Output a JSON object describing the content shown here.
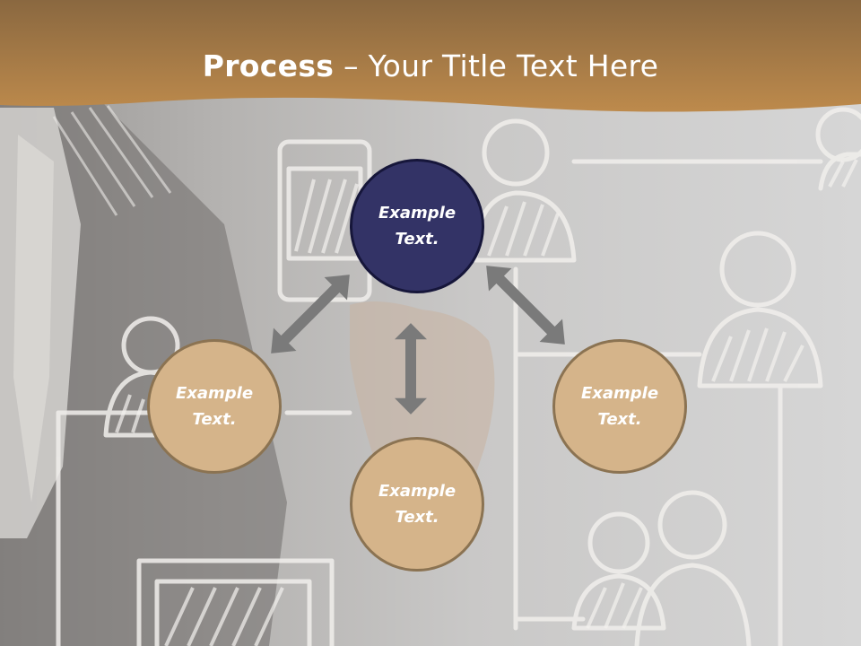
{
  "slide": {
    "title_bold": "Process",
    "title_rest": " – Your Title Text Here"
  },
  "diagram": {
    "top_node": {
      "label": "Example\nText."
    },
    "left_node": {
      "label": "Example\nText."
    },
    "bottom_node": {
      "label": "Example\nText."
    },
    "right_node": {
      "label": "Example\nText."
    }
  },
  "colors": {
    "header_band": "#b0824a",
    "center_node": "#333366",
    "outer_node": "#d5b48a",
    "outer_node_border": "#8b7352",
    "arrow": "#7a7a7a",
    "title_text": "#ffffff"
  },
  "icons": [
    "double-arrow-icon"
  ]
}
